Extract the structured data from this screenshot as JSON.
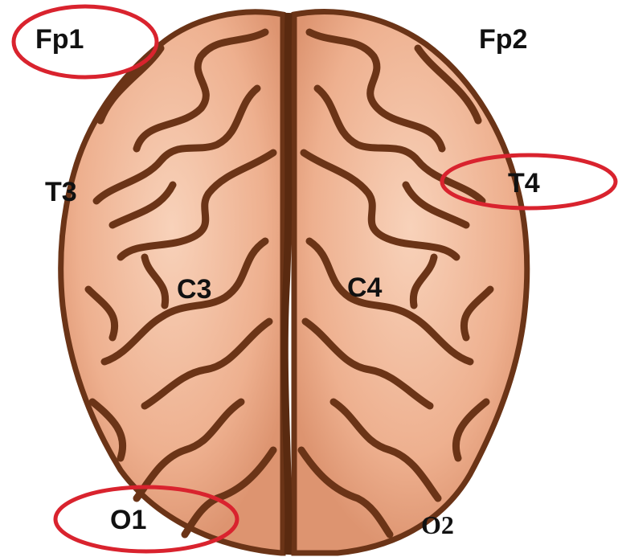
{
  "electrodes": {
    "fp1": "Fp1",
    "fp2": "Fp2",
    "t3": "T3",
    "t4": "T4",
    "c3": "C3",
    "c4": "C4",
    "o1": "O1",
    "o2": "O2"
  },
  "highlighted_electrodes": [
    "Fp1",
    "T4",
    "O1"
  ],
  "colors": {
    "brain_fill": "#eaa987",
    "brain_light": "#f6cdb3",
    "brain_outline": "#6b3417",
    "highlight_ring": "#d9232e",
    "label": "#111111"
  }
}
